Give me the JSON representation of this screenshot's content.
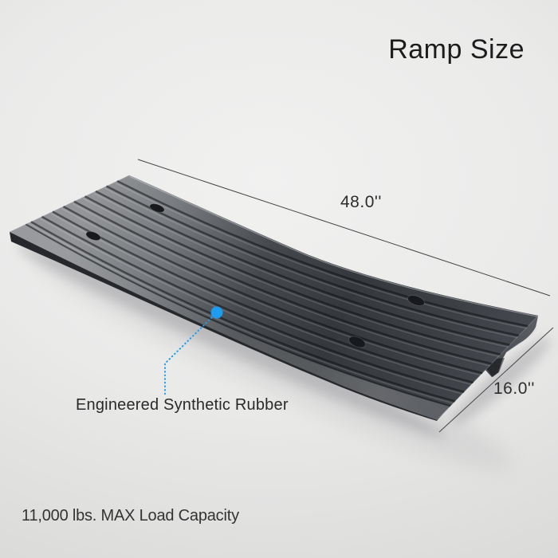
{
  "title": "Ramp Size",
  "dimensions": {
    "length_label": "48.0''",
    "width_label": "16.0''"
  },
  "callout": {
    "material_label": "Engineered Synthetic Rubber"
  },
  "footer": {
    "capacity_label": "11,000 lbs. MAX Load Capacity"
  },
  "colors": {
    "accent": "#1e9cf0",
    "dimension_line": "#454545",
    "ramp_dark": "#26282c",
    "background_top": "#f1f1f0",
    "background_bottom": "#d3d3d2"
  }
}
